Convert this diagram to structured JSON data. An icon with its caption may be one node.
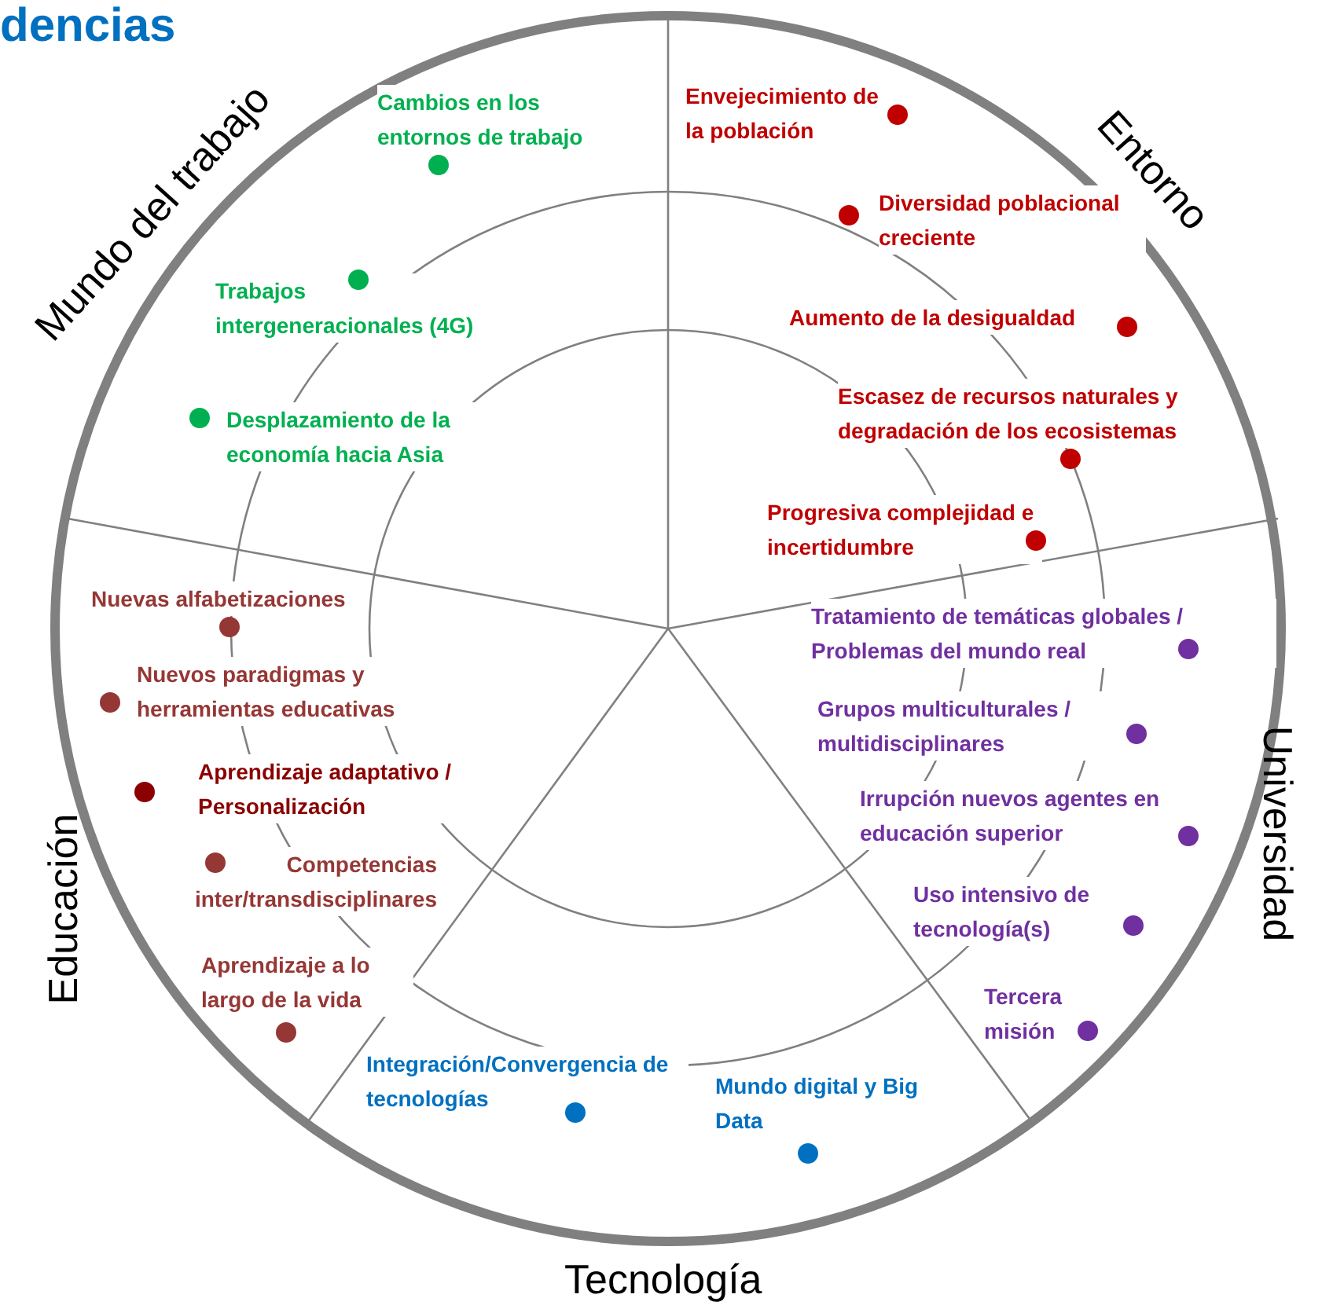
{
  "diagram": {
    "title": "dencias",
    "labels": [
      "Mundo del trabajo",
      "Cambios en los entornos de trabajo",
      "Trabajos intergeneracionales (4G)",
      "Desplazamiento de la economía hacia Asia",
      "Entorno",
      "Envejecimiento de la población",
      "Diversidad poblacional creciente",
      "Aumento de la desigualdad",
      "Escasez de recursos naturales y degradación de los ecosistemas",
      "Progresiva complejidad e incertidumbre",
      "Nuevas alfabetizaciones",
      "Nuevos paradigmas y herramientas educativas",
      "Aprendizaje adaptativo / Personalización",
      "Competencias inter/transdisciplinares",
      "Aprendizaje a lo largo de la vida",
      "Educación",
      "Tratamiento de temáticas globales / Problemas del mundo real",
      "Grupos multiculturales / multidisciplinares",
      "Irrupción nuevos agentes en educación superior",
      "Uso intensivo de tecnología(s)",
      "Tercera misión",
      "Universidad",
      "Integración/Convergencia de tecnologías",
      "Mundo digital y Big Data",
      "Tecnología"
    ]
  }
}
